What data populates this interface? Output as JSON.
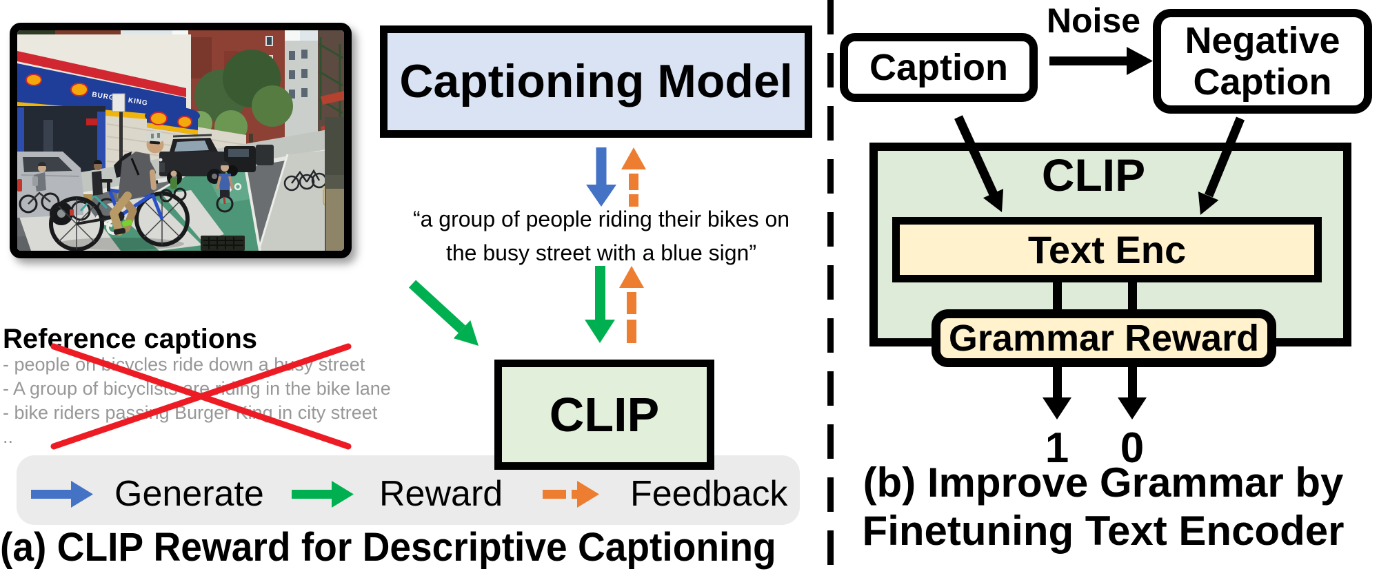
{
  "colors": {
    "generate_blue": "#4472C4",
    "reward_green": "#00B050",
    "feedback_orange": "#ED7D31",
    "captioning_model_fill": "#DAE3F3",
    "clip_fill_left": "#E2EFDA",
    "clip_fill_right": "#DEEBD9",
    "yellow_fill": "#FFF2CC",
    "legend_bg": "#EBEBEB",
    "reference_text_gray": "#979797",
    "cross_red": "#ED1C24",
    "border_black": "#000000"
  },
  "left_panel": {
    "photo": {
      "alt": "Photo of a group of people riding bikes in a green bike lane on a busy city street past a Burger King",
      "awning_text": "BURGER KING"
    },
    "captioning_model_label": "Captioning Model",
    "generated_caption_line1": "“a group of people riding their bikes on",
    "generated_caption_line2": "the busy street with a blue sign”",
    "clip_label": "CLIP",
    "reference_heading": "Reference captions",
    "reference_captions": [
      "- people on bicycles ride down a busy street",
      "- A group of bicyclists are riding in the bike lane",
      "- bike riders passing Burger King in city street",
      ".."
    ],
    "legend": {
      "generate_label": "Generate",
      "reward_label": "Reward",
      "feedback_label": "Feedback"
    },
    "caption": "(a) CLIP Reward for Descriptive Captioning"
  },
  "right_panel": {
    "caption_label": "Caption",
    "noise_label": "Noise",
    "negative_caption_label": "Negative Caption",
    "clip_label": "CLIP",
    "text_enc_label": "Text Enc",
    "grammar_reward_label": "Grammar Reward",
    "output_positive": "1",
    "output_negative": "0",
    "caption_line1": "(b) Improve Grammar by",
    "caption_line2": "Finetuning Text Encoder"
  }
}
